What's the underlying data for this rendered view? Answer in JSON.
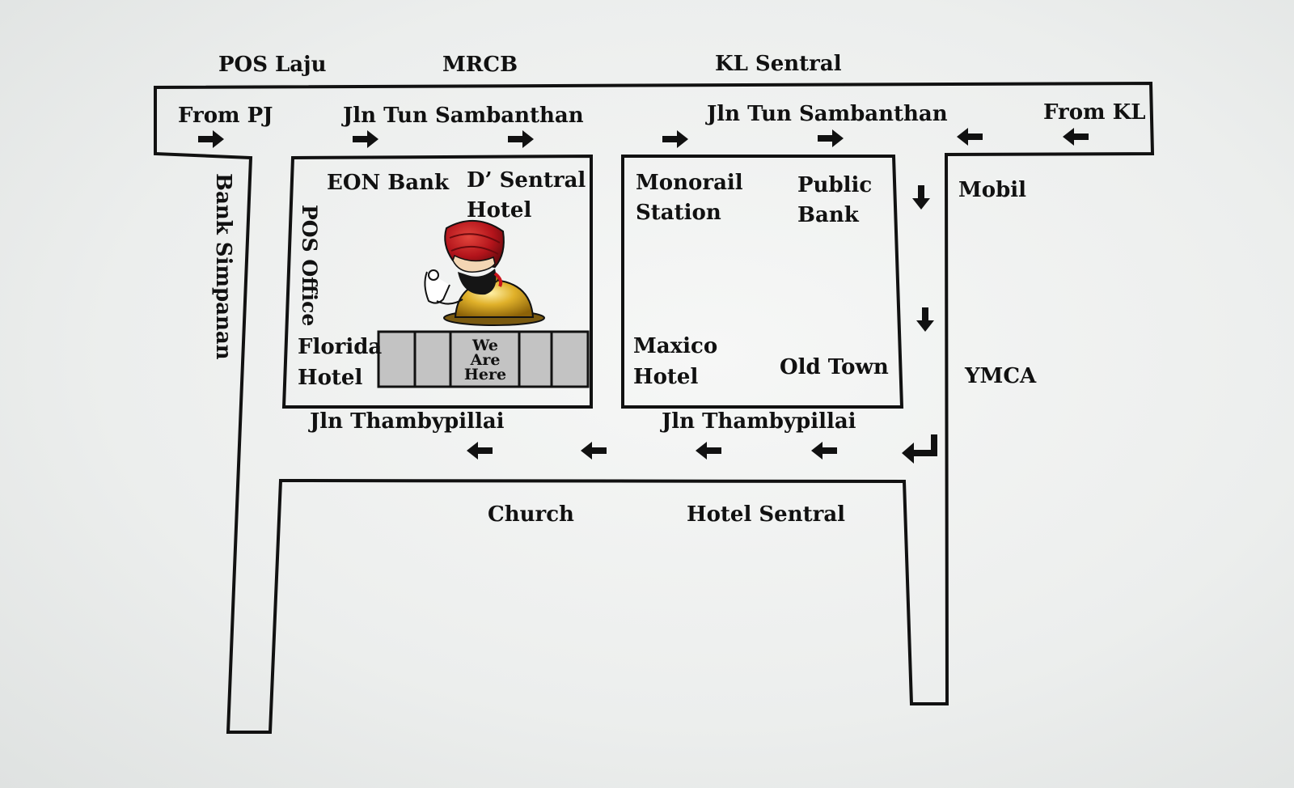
{
  "top_labels": {
    "pos_laju": "POS Laju",
    "mrcb": "MRCB",
    "kl_sentral": "KL Sentral"
  },
  "top_road": {
    "from_pj": "From PJ",
    "name_left": "Jln Tun Sambanthan",
    "name_right": "Jln Tun Sambanthan",
    "from_kl": "From KL"
  },
  "left_road": {
    "name": "Bank Simpanan"
  },
  "block_left": {
    "pos_office": "POS Office",
    "eon_bank": "EON Bank",
    "d_sentral_line1": "D’ Sentral",
    "d_sentral_line2": "Hotel",
    "florida_line1": "Florida",
    "florida_line2": "Hotel",
    "we_are_here": [
      "We",
      "Are",
      "Here"
    ]
  },
  "block_right": {
    "monorail_line1": "Monorail",
    "monorail_line2": "Station",
    "public_bank_line1": "Public",
    "public_bank_line2": "Bank",
    "maxico_line1": "Maxico",
    "maxico_line2": "Hotel",
    "old_town": "Old Town"
  },
  "right_side": {
    "mobil": "Mobil",
    "ymca": "YMCA"
  },
  "bottom_road": {
    "name_left": "Jln Thambypillai",
    "name_right": "Jln Thambypillai"
  },
  "bottom_labels": {
    "church": "Church",
    "hotel_sentral": "Hotel Sentral"
  },
  "colors": {
    "paper": "#eceeed",
    "ink": "#111111",
    "shop_fill": "#c3c3c3",
    "turban_red": "#b3141b",
    "dome_gold": "#d4a514"
  },
  "icons": [
    "arrow-right-icon",
    "arrow-left-icon",
    "arrow-down-icon",
    "arrow-turn-left-icon",
    "chef-mascot-icon"
  ]
}
